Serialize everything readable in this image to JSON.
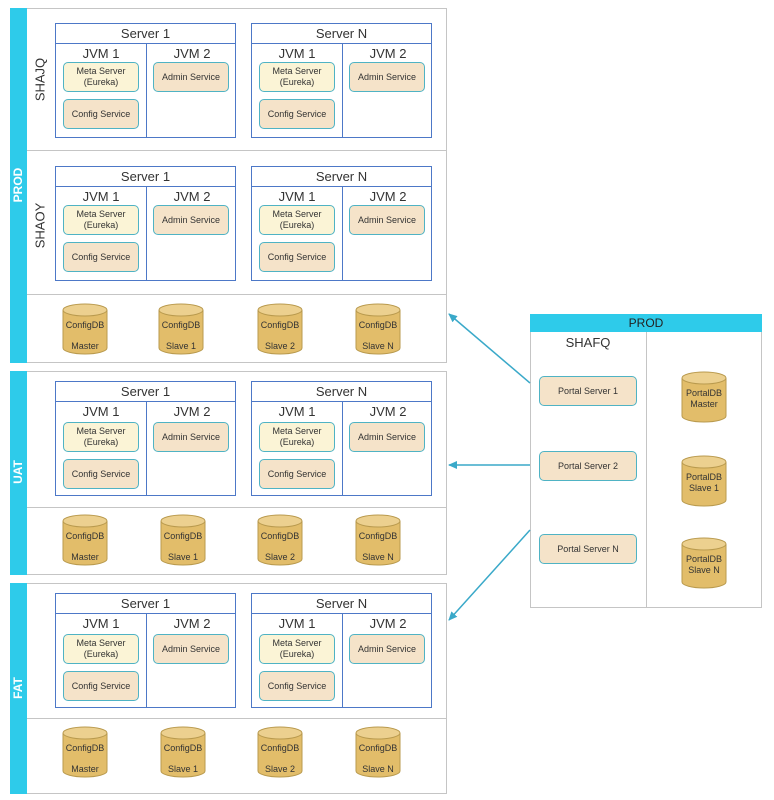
{
  "labels": {
    "prod": "PROD",
    "uat": "UAT",
    "fat": "FAT",
    "shajq": "SHAJQ",
    "shaoy": "SHAOY",
    "shafq": "SHAFQ",
    "server1": "Server 1",
    "serverN": "Server N",
    "jvm1": "JVM 1",
    "jvm2": "JVM 2",
    "meta_line1": "Meta Server",
    "meta_line2": "(Eureka)",
    "config_service": "Config Service",
    "admin_service": "Admin Service",
    "config_db": "ConfigDB",
    "master": "Master",
    "slave1": "Slave 1",
    "slave2": "Slave 2",
    "slaveN": "Slave N",
    "portal_server_1": "Portal Server 1",
    "portal_server_2": "Portal Server 2",
    "portal_server_n": "Portal Server N",
    "portal_db": "PortalDB",
    "portal_master": "Master",
    "portal_slave1": "Slave 1",
    "portal_slaveN": "Slave N"
  },
  "colors": {
    "sidebar": "#2ecbea",
    "server_border": "#4d78c7",
    "service_border": "#4fb3c4",
    "meta_fill": "#fbf4d6",
    "service_fill": "#f5e3c9",
    "db_fill": "#e2bd6a",
    "arrow": "#3aa9c9"
  },
  "icons": [
    "database-cylinder-icon",
    "arrow-left-icon"
  ]
}
